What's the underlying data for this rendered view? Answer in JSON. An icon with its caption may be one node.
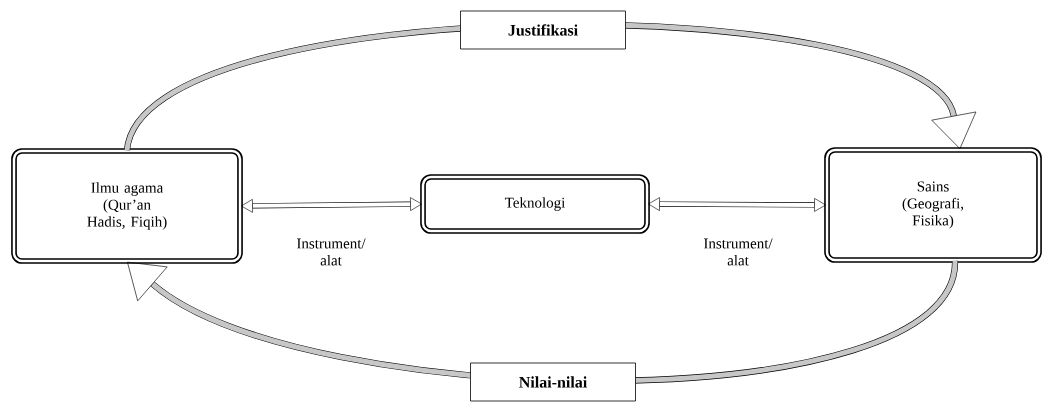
{
  "diagram": {
    "nodes": [
      {
        "text": [
          "Ilmu agama (Qur’an Hadis, Fiqih)"
        ]
      },
      {
        "text": [
          "Teknologi"
        ]
      },
      {
        "text": [
          "Sains (Geografi, Fisika)"
        ]
      }
    ],
    "edges": [
      {
        "from": 0,
        "to": 2,
        "arrow": "to",
        "label": "Justifikasi"
      },
      {
        "from": 2,
        "to": 0,
        "arrow": "to",
        "label": "Nilai-nilai"
      },
      {
        "from": 0,
        "to": 1,
        "arrow": "both",
        "label": "Instrument/ alat"
      },
      {
        "from": 1,
        "to": 2,
        "arrow": "both",
        "label": "Instrument/ alat"
      }
    ]
  }
}
